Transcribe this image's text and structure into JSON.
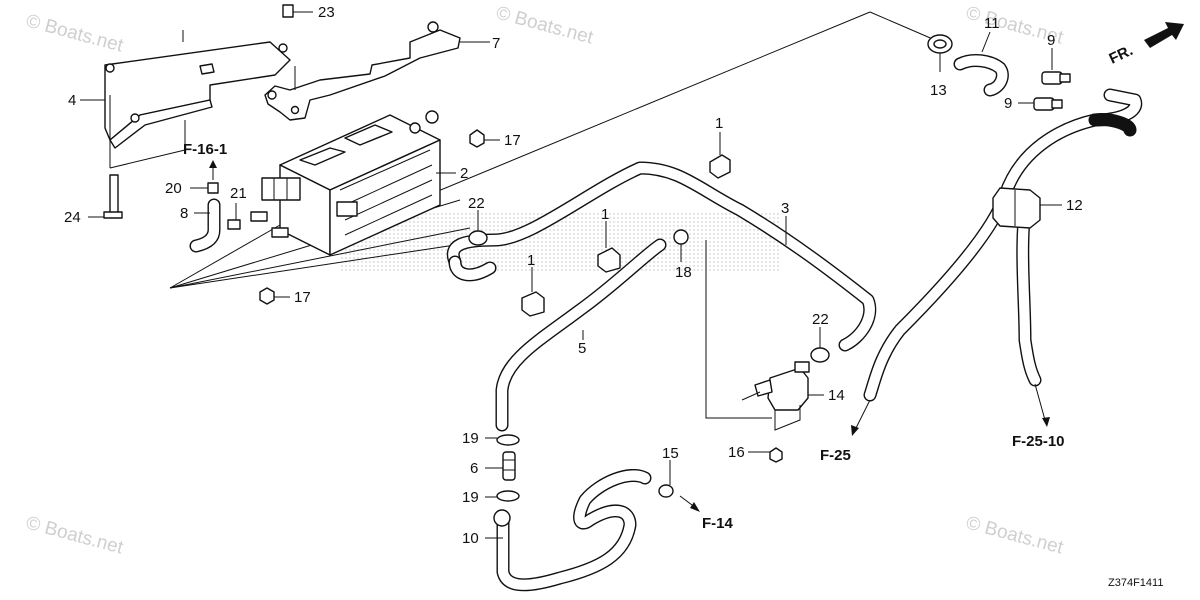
{
  "watermark": "© Boats.net",
  "diagram_code": "Z374F1411",
  "front_indicator": "FR.",
  "references": [
    "F-16-1",
    "F-14",
    "F-25",
    "F-25-10"
  ],
  "callouts": {
    "n1": "1",
    "n2": "2",
    "n3": "3",
    "n4": "4",
    "n5": "5",
    "n6": "6",
    "n7": "7",
    "n8": "8",
    "n9": "9",
    "n10": "10",
    "n11": "11",
    "n12": "12",
    "n13": "13",
    "n14": "14",
    "n15": "15",
    "n16": "16",
    "n17": "17",
    "n18": "18",
    "n19": "19",
    "n20": "20",
    "n21": "21",
    "n22": "22",
    "n23": "23",
    "n24": "24"
  }
}
